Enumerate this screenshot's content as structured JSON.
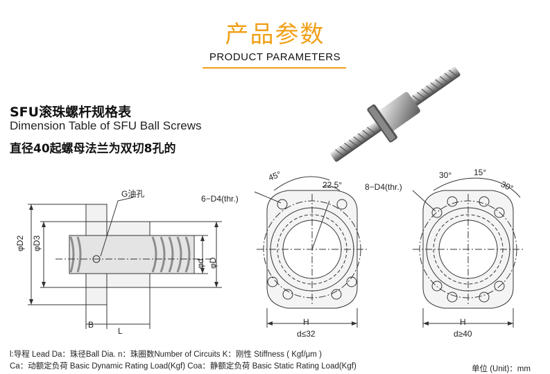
{
  "header": {
    "title_cn": "产品参数",
    "title_en": "PRODUCT PARAMETERS"
  },
  "section": {
    "title_cn": "SFU滚珠螺杆规格表",
    "title_en": "Dimension Table of SFU Ball Screws",
    "subtitle_cn": "直径40起螺母法兰为双切8孔的"
  },
  "drawing_side": {
    "oil_hole": "G油孔",
    "d2": "φD2",
    "d3": "φD3",
    "d": "φd",
    "D": "φD",
    "B": "B",
    "L": "L"
  },
  "drawing_front_6": {
    "angle_45": "45°",
    "angle_225": "22.5°",
    "holes": "6−D4(thr.)",
    "H": "H",
    "cond": "d≤32"
  },
  "drawing_front_8": {
    "angle_30a": "30°",
    "angle_15": "15°",
    "angle_30b": "30°",
    "holes": "8−D4(thr.)",
    "H": "H",
    "cond": "d≥40"
  },
  "notes": {
    "line1": "l:导程  Lead  Da：珠径Ball Dia.   n：珠圈数Number of Circuits   K：刚性  Stiffness ( Kgf/μm )",
    "line2": "Ca：动额定负荷  Basic Dynamic Rating Load(Kgf)   Coa：静额定负荷  Basic Static Rating Load(Kgf)",
    "unit": "单位 (Unit)：mm"
  },
  "colors": {
    "accent": "#f0a019"
  }
}
